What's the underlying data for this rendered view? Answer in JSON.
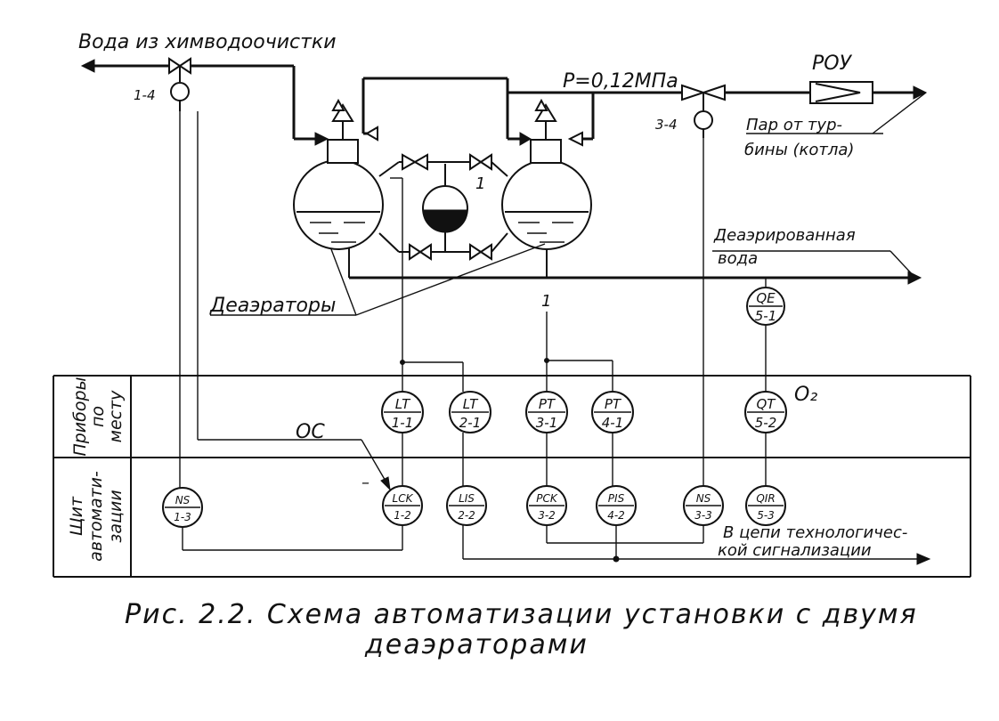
{
  "labels": {
    "water_in": "Вода из химводоочистки",
    "pressure": "P=0,12МПа",
    "rou": "РОУ",
    "steam_line1": "Пар от тур-",
    "steam_line2": "бины (котла)",
    "deaerated_line1": "Деаэрированная",
    "deaerated_line2": "вода",
    "deaerators": "Деаэраторы",
    "oc": "ОС",
    "o2": "O₂",
    "connector_1_top": "1",
    "connector_1_bottom": "1",
    "signal_line1": "В цепи технологичес-",
    "signal_line2": "кой сигнализации",
    "valve_1_4": "1-4",
    "valve_3_4": "3-4",
    "dash_mark": "–"
  },
  "panels": {
    "local_line1": "Приборы",
    "local_line2": "по",
    "local_line3": "месту",
    "board_line1": "Щит",
    "board_line2": "автомати-",
    "board_line3": "зации"
  },
  "devices": {
    "qe": {
      "top": "QE",
      "bottom": "5-1"
    },
    "lt1": {
      "top": "LT",
      "bottom": "1-1"
    },
    "lt2": {
      "top": "LT",
      "bottom": "2-1"
    },
    "pt3": {
      "top": "PT",
      "bottom": "3-1"
    },
    "pt4": {
      "top": "PT",
      "bottom": "4-1"
    },
    "qt": {
      "top": "QT",
      "bottom": "5-2"
    },
    "ns1": {
      "top": "NS",
      "bottom": "1-3"
    },
    "lck": {
      "top": "LCK",
      "bottom": "1-2"
    },
    "lis": {
      "top": "LIS",
      "bottom": "2-2"
    },
    "pck": {
      "top": "PCK",
      "bottom": "3-2"
    },
    "pis": {
      "top": "PIS",
      "bottom": "4-2"
    },
    "ns3": {
      "top": "NS",
      "bottom": "3-3"
    },
    "qir": {
      "top": "QIR",
      "bottom": "5-3"
    }
  },
  "caption": {
    "line1": "Рис. 2.2. Схема автоматизации установки с двумя",
    "line2": "деаэраторами"
  }
}
